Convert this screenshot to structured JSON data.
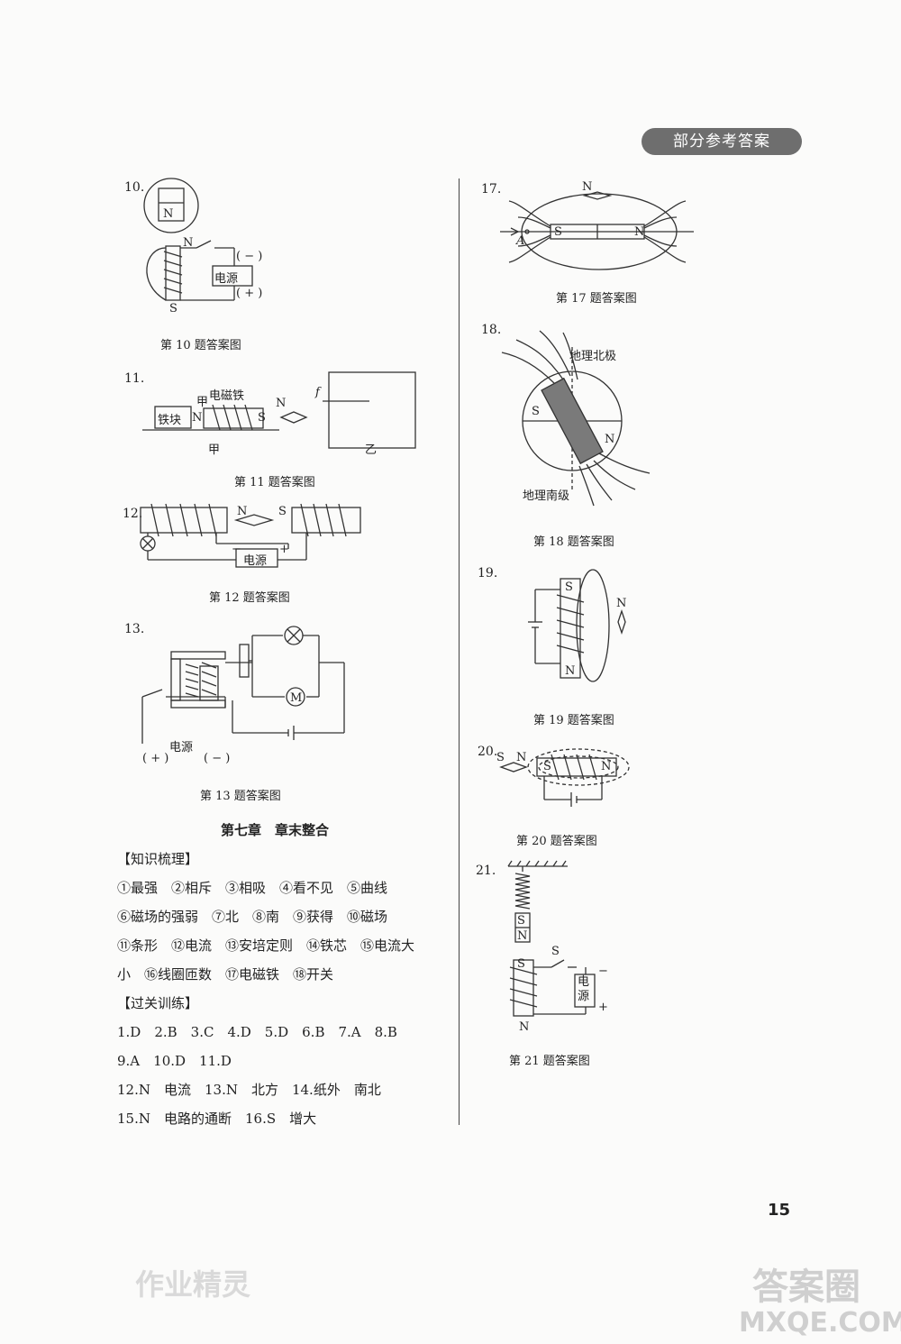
{
  "header": {
    "badge": "部分参考答案"
  },
  "questions": {
    "q10": {
      "num": "10.",
      "caption": "第 10 题答案图",
      "n": "N",
      "s": "S",
      "minus": "( − )",
      "plus": "( + )",
      "power": "电源",
      "compass_n": "N"
    },
    "q11": {
      "num": "11.",
      "caption": "第 11 题答案图",
      "iron": "铁块",
      "coil": "电磁铁",
      "jia_top": "甲",
      "jia_bottom": "甲",
      "n": "N",
      "s": "S",
      "compass_n": "N",
      "f": "f",
      "yi": "乙"
    },
    "q12": {
      "num": "12.",
      "caption": "第 12 题答案图",
      "n": "N",
      "s": "S",
      "power": "电源",
      "minus": "−",
      "plus": "+"
    },
    "q13": {
      "num": "13.",
      "caption": "第 13 题答案图",
      "power": "电源",
      "plus": "( + )",
      "minus": "( − )",
      "motor": "M"
    },
    "q17": {
      "num": "17.",
      "caption": "第 17 题答案图",
      "n_top": "N",
      "s": "S",
      "n": "N",
      "a": "A"
    },
    "q18": {
      "num": "18.",
      "caption": "第 18 题答案图",
      "north": "地理北极",
      "south": "地理南级",
      "s": "S",
      "n": "N"
    },
    "q19": {
      "num": "19.",
      "caption": "第 19 题答案图",
      "s": "S",
      "n": "N",
      "compass_n": "N"
    },
    "q20": {
      "num": "20.",
      "caption": "第 20 题答案图",
      "s_compass": "S",
      "n_compass": "N",
      "s": "S",
      "n": "N"
    },
    "q21": {
      "num": "21.",
      "caption": "第 21 题答案图",
      "s_mag": "S",
      "n_mag": "N",
      "s_coil": "S",
      "n_coil": "N",
      "switch": "S",
      "power": "电源",
      "minus": "−",
      "plus": "+"
    }
  },
  "chapter": {
    "title": "第七章　章末整合",
    "knowledge_head": "【知识梳理】",
    "knowledge_lines": [
      "①最强　②相斥　③相吸　④看不见　⑤曲线",
      "⑥磁场的强弱　⑦北　⑧南　⑨获得　⑩磁场",
      "⑪条形　⑫电流　⑬安培定则　⑭铁芯　⑮电流大",
      "小　⑯线圈匝数　⑰电磁铁　⑱开关"
    ],
    "training_head": "【过关训练】",
    "training_lines": [
      "1.D　2.B　3.C　4.D　5.D　6.B　7.A　8.B",
      "9.A　10.D　11.D",
      "12.N　电流　13.N　北方　14.纸外　南北",
      "15.N　电路的通断　16.S　增大"
    ]
  },
  "page_number": "15",
  "watermarks": {
    "bottom_left": "作业精灵",
    "bottom_right": "答案圈",
    "url": "MXQE.COM"
  }
}
